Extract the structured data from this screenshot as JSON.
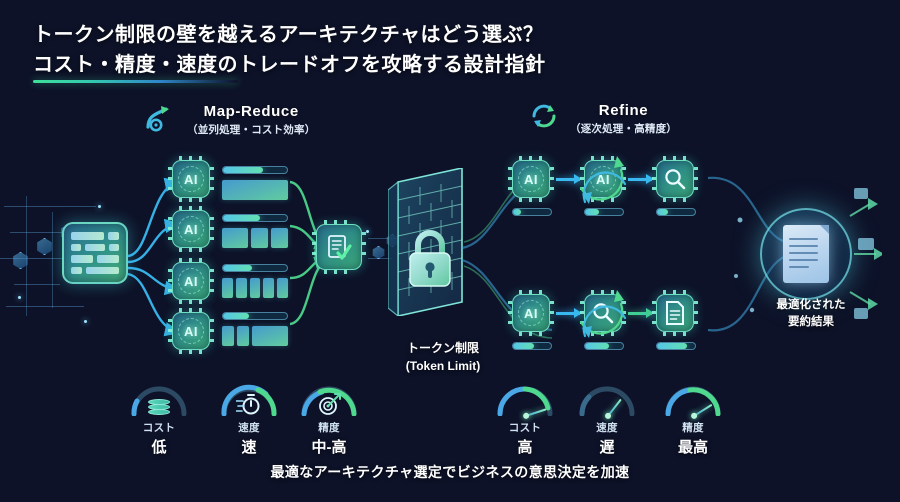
{
  "header": {
    "title_line1": "トークン制限の壁を越えるアーキテクチャはどう選ぶ？",
    "title_line2": "コスト・精度・速度のトレードオフを攻略する設計指針"
  },
  "sections": {
    "mapreduce": {
      "icon": "branch-gear-icon",
      "title": "Map-Reduce",
      "subtitle": "（並列処理・コスト効率）"
    },
    "refine": {
      "icon": "refresh-cycle-icon",
      "title": "Refine",
      "subtitle": "（逐次処理・高精度）"
    }
  },
  "diagram": {
    "source_node": {
      "icon": "data-grid-icon",
      "name": "source-document"
    },
    "map_nodes": [
      {
        "label": "AI",
        "progress": 62
      },
      {
        "label": "AI",
        "progress": 58
      },
      {
        "label": "AI",
        "progress": 46
      },
      {
        "label": "AI",
        "progress": 40
      }
    ],
    "reduce_node": {
      "icon": "document-check-icon"
    },
    "wall": {
      "icon": "brick-wall-icon",
      "lock_icon": "padlock-icon"
    },
    "refine_top": [
      {
        "icon": "ai-chip-icon",
        "label": "AI",
        "progress": 22
      },
      {
        "icon": "ai-chip-icon",
        "label": "AI",
        "progress": 38
      },
      {
        "icon": "magnifier-icon",
        "label": "",
        "progress": 30
      }
    ],
    "refine_bottom": [
      {
        "icon": "ai-chip-icon",
        "label": "AI",
        "progress": 55
      },
      {
        "icon": "magnifier-icon",
        "label": "",
        "progress": 62
      },
      {
        "icon": "document-icon",
        "label": "",
        "progress": 80
      }
    ],
    "result_node": {
      "icon": "summary-document-icon"
    }
  },
  "captions": {
    "token_limit_jp": "トークン制限",
    "token_limit_en": "(Token Limit)",
    "result_line1": "最適化された",
    "result_line2": "要約結果",
    "footer": "最適なアーキテクチャ選定でビジネスの意思決定を加速"
  },
  "metrics_left": [
    {
      "icon": "coins-icon",
      "name": "コスト",
      "value": "低",
      "gauge_pct": 22
    },
    {
      "icon": "stopwatch-icon",
      "name": "速度",
      "value": "速",
      "gauge_pct": 85
    },
    {
      "icon": "target-icon",
      "name": "精度",
      "value": "中-高",
      "gauge_pct": 70
    }
  ],
  "metrics_right": [
    {
      "icon": "gauge-icon",
      "name": "コスト",
      "value": "高",
      "gauge_pct": 88
    },
    {
      "icon": "gauge-icon",
      "name": "速度",
      "value": "遅",
      "gauge_pct": 30
    },
    {
      "icon": "gauge-icon",
      "name": "精度",
      "value": "最高",
      "gauge_pct": 95
    }
  ],
  "colors": {
    "accent_green": "#3ee09a",
    "accent_cyan": "#39b9f0",
    "accent_teal": "#35c9b0",
    "bg_dark": "#0d1228",
    "bg_light": "#2c567a",
    "text": "#ffffff"
  }
}
